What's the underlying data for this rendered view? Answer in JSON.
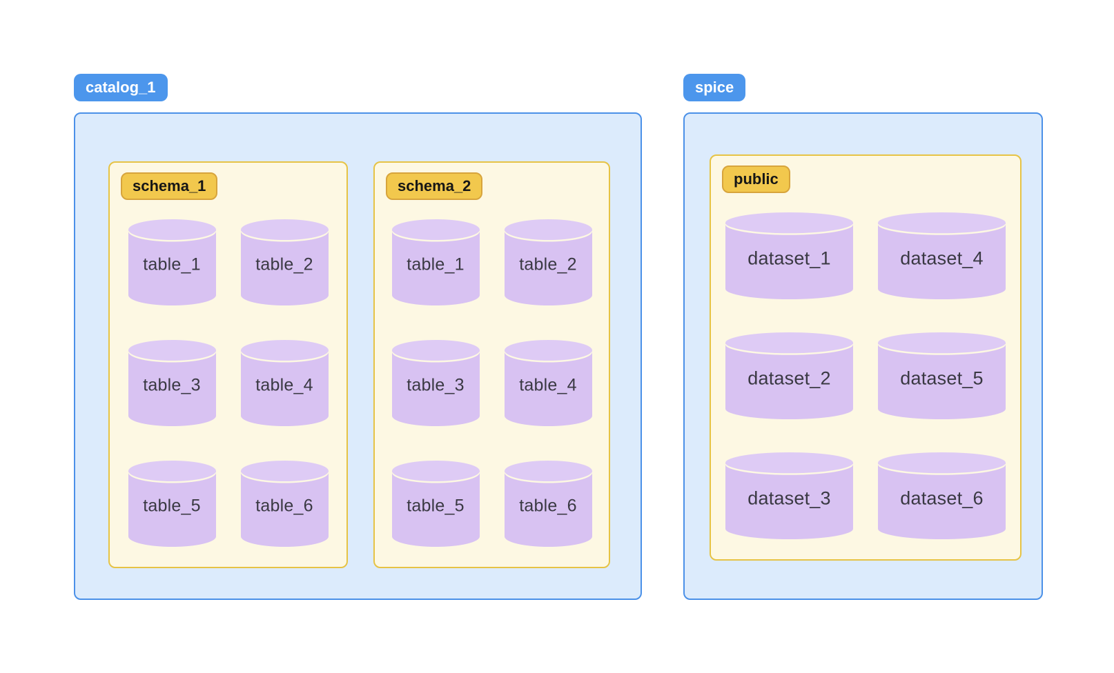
{
  "diagram": {
    "catalog": {
      "label": "catalog_1",
      "schemas": [
        {
          "label": "schema_1",
          "tables": [
            "table_1",
            "table_2",
            "table_3",
            "table_4",
            "table_5",
            "table_6"
          ]
        },
        {
          "label": "schema_2",
          "tables": [
            "table_1",
            "table_2",
            "table_3",
            "table_4",
            "table_5",
            "table_6"
          ]
        }
      ]
    },
    "spice": {
      "label": "spice",
      "schemas": [
        {
          "label": "public",
          "datasets": [
            "dataset_1",
            "dataset_2",
            "dataset_3",
            "dataset_4",
            "dataset_5",
            "dataset_6"
          ]
        }
      ]
    },
    "icons": {
      "cylinder": "database-cylinder-icon"
    },
    "colors": {
      "badge_blue": "#4C96EC",
      "badge_blue_text": "#FFFFFF",
      "badge_gold": "#F2C84D",
      "badge_gold_border": "#D7A43C",
      "badge_gold_text": "#161616",
      "container_blue_fill": "#DCEBFC",
      "container_blue_border": "#4A90E8",
      "container_yellow_fill": "#FDF8E3",
      "container_yellow_border": "#E6C344",
      "cylinder_body": "#D8C2F2",
      "cylinder_top": "#DECBF5",
      "cylinder_arc": "#FDF8E3",
      "label_text": "#3A3943",
      "page_background": "#FFFFFF"
    }
  }
}
